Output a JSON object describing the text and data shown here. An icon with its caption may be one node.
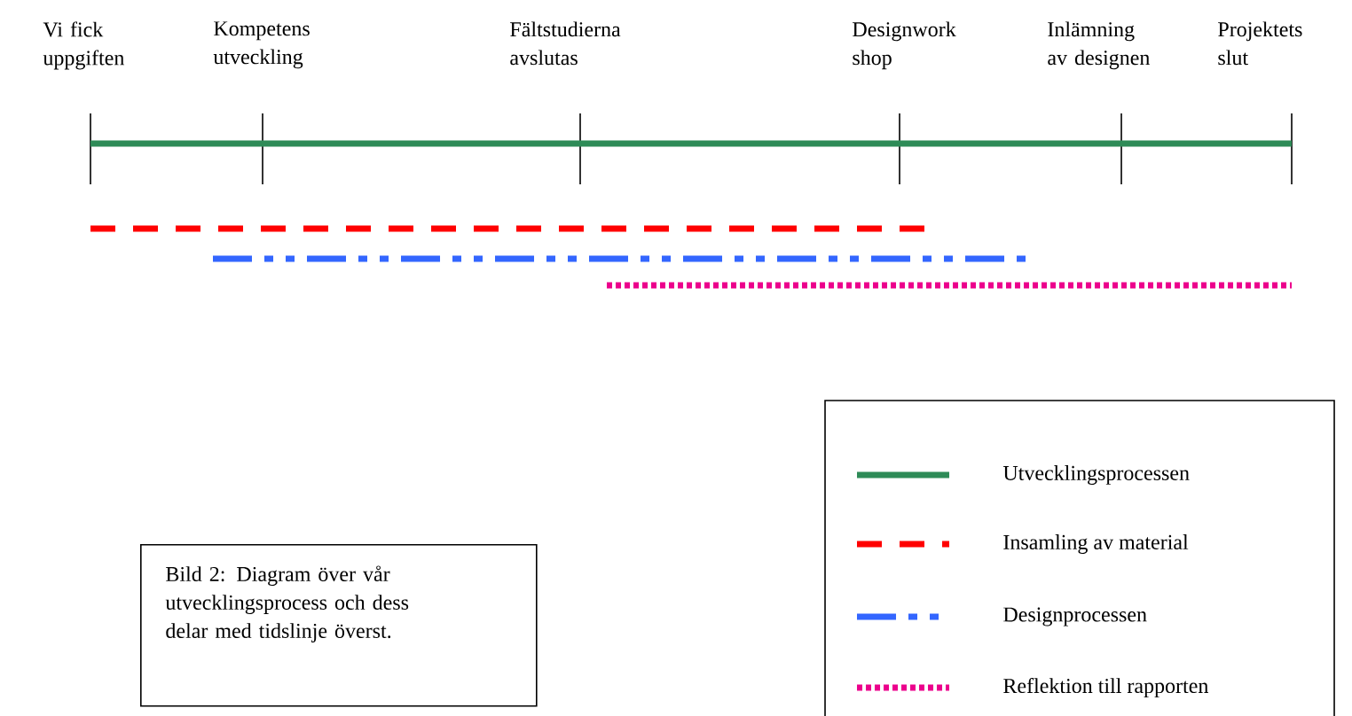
{
  "diagram": {
    "nodes": [
      {
        "text": [
          "Bild 2: Diagram över vår utvecklingsprocess och dess delar med tidslinje överst."
        ]
      }
    ],
    "edges": [],
    "labels": [
      "Vi fick uppgiften",
      "Kompetens utveckling",
      "Fältstudierna avslutas",
      "Designwork shop",
      "Inlämning av designen",
      "Projektets slut"
    ],
    "legend": [
      {
        "text": "Utvecklingsprocessen"
      },
      {
        "text": "Insamling av material"
      },
      {
        "text": "Designprocessen"
      },
      {
        "text": "Reflektion till rapporten"
      }
    ]
  }
}
